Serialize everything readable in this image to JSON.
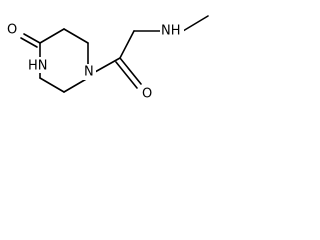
{
  "molecule": {
    "labels": {
      "carbonyl_oxygen_ring": "O",
      "carbonyl_oxygen_chain": "O",
      "ring_nh": "HN",
      "ring_n": "N",
      "chain_nh": "NH"
    }
  }
}
